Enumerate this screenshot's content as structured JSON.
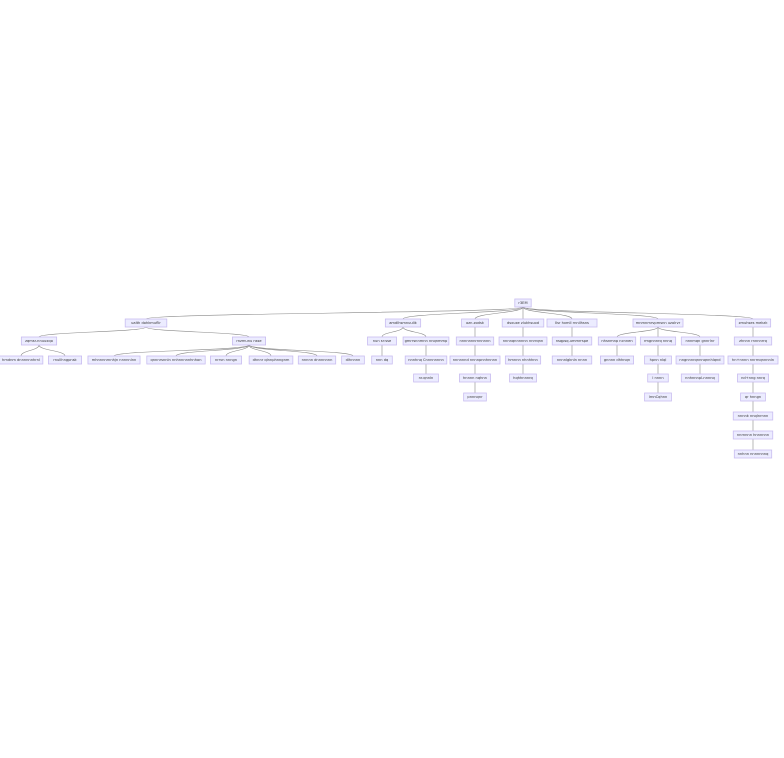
{
  "diagram": {
    "type": "tree",
    "colors": {
      "node_fill": "#ECECFF",
      "node_stroke": "#c9bdf0",
      "edge": "#888888"
    },
    "nodes": [
      {
        "id": "n0",
        "label": "r3EM",
        "parent": null
      },
      {
        "id": "n1",
        "label": "ualth dohkmuflir",
        "parent": "n0"
      },
      {
        "id": "n2",
        "label": "amdlhsmnuulik",
        "parent": "n0"
      },
      {
        "id": "n3",
        "label": "ozn.zodsk",
        "parent": "n0"
      },
      {
        "id": "n4",
        "label": "dsxuxe zlukhsuod",
        "parent": "n0"
      },
      {
        "id": "n5",
        "label": "Ilsr hxmll rnnilhsns",
        "parent": "n0"
      },
      {
        "id": "n6",
        "label": "mnmnmrvpmsnn uzolrvr",
        "parent": "n0"
      },
      {
        "id": "n7",
        "label": "zmuhses mekzk",
        "parent": "n0"
      },
      {
        "id": "n8",
        "label": "zqmsr-nnuuxqo",
        "parent": "n1"
      },
      {
        "id": "n9",
        "label": "rnzmunu nsse",
        "parent": "n1"
      },
      {
        "id": "n10",
        "label": "nun sr:sse",
        "parent": "n2"
      },
      {
        "id": "n11",
        "label": "gmrrsnnmnn nnqnmmp",
        "parent": "n2"
      },
      {
        "id": "n12",
        "label": "nnnnnnnrnnnnnn",
        "parent": "n3"
      },
      {
        "id": "n13",
        "label": "nnnnqnnnnnn nnrrqnn",
        "parent": "n4"
      },
      {
        "id": "n14",
        "label": "nsqpsq.ummrrspe",
        "parent": "n5"
      },
      {
        "id": "n15",
        "label": "nhsnmnp ncnnen",
        "parent": "n6"
      },
      {
        "id": "n16",
        "label": "rmgnnnrq nnnq",
        "parent": "n6"
      },
      {
        "id": "n17",
        "label": "nnnmqn gnnrlnr",
        "parent": "n6"
      },
      {
        "id": "n18",
        "label": "zhnnn rnnnnrrq",
        "parent": "n7"
      },
      {
        "id": "n19",
        "label": "hmdnm dnnnnnnhrnl",
        "parent": "n8"
      },
      {
        "id": "n20",
        "label": "rnullhngpnsk",
        "parent": "n8"
      },
      {
        "id": "n21",
        "label": "mhnnnnrnnhjn nnnnnlnn",
        "parent": "n9"
      },
      {
        "id": "n22",
        "label": "qnnnrsnnln nnhnnnnnhnhon",
        "parent": "n9"
      },
      {
        "id": "n23",
        "label": "nrrvn nnngn",
        "parent": "n9"
      },
      {
        "id": "n24",
        "label": "dhnnr qlnnphnngnm",
        "parent": "n9"
      },
      {
        "id": "n25",
        "label": "nnnnn dnnnnnnn",
        "parent": "n9"
      },
      {
        "id": "n26",
        "label": "dlhnnnn",
        "parent": "n9"
      },
      {
        "id": "n27",
        "label": "nnn dq",
        "parent": "n10"
      },
      {
        "id": "n28",
        "label": "nnnhnq Cnnnnnnnn",
        "parent": "n11"
      },
      {
        "id": "n29",
        "label": "nnnnnnd nnnnpnnhnnnn",
        "parent": "n12"
      },
      {
        "id": "n30",
        "label": "hmnnn nhnhhnn",
        "parent": "n13"
      },
      {
        "id": "n31",
        "label": "nnnnlgknln nnnn",
        "parent": "n14"
      },
      {
        "id": "n32",
        "label": "gnnnn dhhnqn",
        "parent": "n15"
      },
      {
        "id": "n33",
        "label": "hpnn nlql",
        "parent": "n16"
      },
      {
        "id": "n34",
        "label": "nngnnnrqnnnqnnhlqnd",
        "parent": "n17"
      },
      {
        "id": "n35",
        "label": "hn+nnnn nnrrnqnnnnln",
        "parent": "n18"
      },
      {
        "id": "n36",
        "label": "nr.qnnln",
        "parent": "n28"
      },
      {
        "id": "n37",
        "label": "hnnnn nqhnn",
        "parent": "n29"
      },
      {
        "id": "n38",
        "label": "hqhhnnnrq",
        "parent": "n30"
      },
      {
        "id": "n39",
        "label": "l nnnn",
        "parent": "n33"
      },
      {
        "id": "n40",
        "label": "nnhnnnpl-nnnnq",
        "parent": "n34"
      },
      {
        "id": "n41",
        "label": "nd+nng nnrq",
        "parent": "n35"
      },
      {
        "id": "n42",
        "label": "pnnnqnr",
        "parent": "n37"
      },
      {
        "id": "n43",
        "label": "lrnnCqhnn",
        "parent": "n39"
      },
      {
        "id": "n44",
        "label": "qr hnngn",
        "parent": "n41"
      },
      {
        "id": "n45",
        "label": "nnnnk nnqlnrnnn",
        "parent": "n44"
      },
      {
        "id": "n46",
        "label": "nnrnnnn hnnnnnn",
        "parent": "n45"
      },
      {
        "id": "n47",
        "label": "nnhnn nnnnnnnq",
        "parent": "n46"
      }
    ]
  }
}
